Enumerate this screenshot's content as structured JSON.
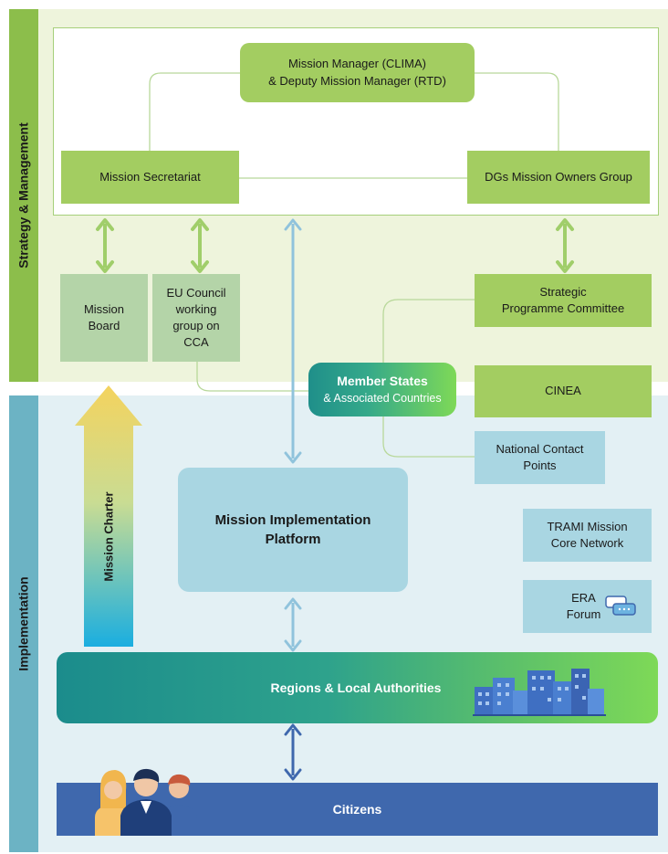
{
  "sections": {
    "strategy_label": "Strategy & Management",
    "implementation_label": "Implementation"
  },
  "nodes": {
    "mission_manager": {
      "line1": "Mission Manager (CLIMA)",
      "line2": "& Deputy Mission Manager (RTD)"
    },
    "mission_secretariat": "Mission Secretariat",
    "dgs_group": "DGs Mission Owners Group",
    "mission_board": {
      "line1": "Mission",
      "line2": "Board"
    },
    "eu_council": {
      "line1": "EU Council",
      "line2": "working",
      "line3": "group on",
      "line4": "CCA"
    },
    "strategic_committee": {
      "line1": "Strategic",
      "line2": "Programme Committee"
    },
    "member_states": {
      "line1": "Member States",
      "line2": "& Associated Countries"
    },
    "cinea": "CINEA",
    "national_contact": {
      "line1": "National Contact",
      "line2": "Points"
    },
    "mission_charter": "Mission Charter",
    "mip": {
      "line1": "Mission Implementation",
      "line2": "Platform"
    },
    "trami": {
      "line1": "TRAMI Mission",
      "line2": "Core Network"
    },
    "era_forum": {
      "line1": "ERA",
      "line2": "Forum"
    },
    "regions": "Regions & Local Authorities",
    "citizens": "Citizens"
  },
  "icons": [
    "chat-bubbles-icon",
    "city-buildings-icon",
    "people-group-icon"
  ],
  "colors": {
    "green": "#a3cd61",
    "sage": "#b4d4a8",
    "light_blue": "#a9d6e2",
    "teal_start": "#1f8f8a",
    "teal_end": "#7ed957",
    "citizens_blue": "#3f68ad",
    "arrow_green": "#a0ce6a",
    "arrow_blue": "#90c3dc",
    "arrow_dark": "#3f68ad"
  }
}
